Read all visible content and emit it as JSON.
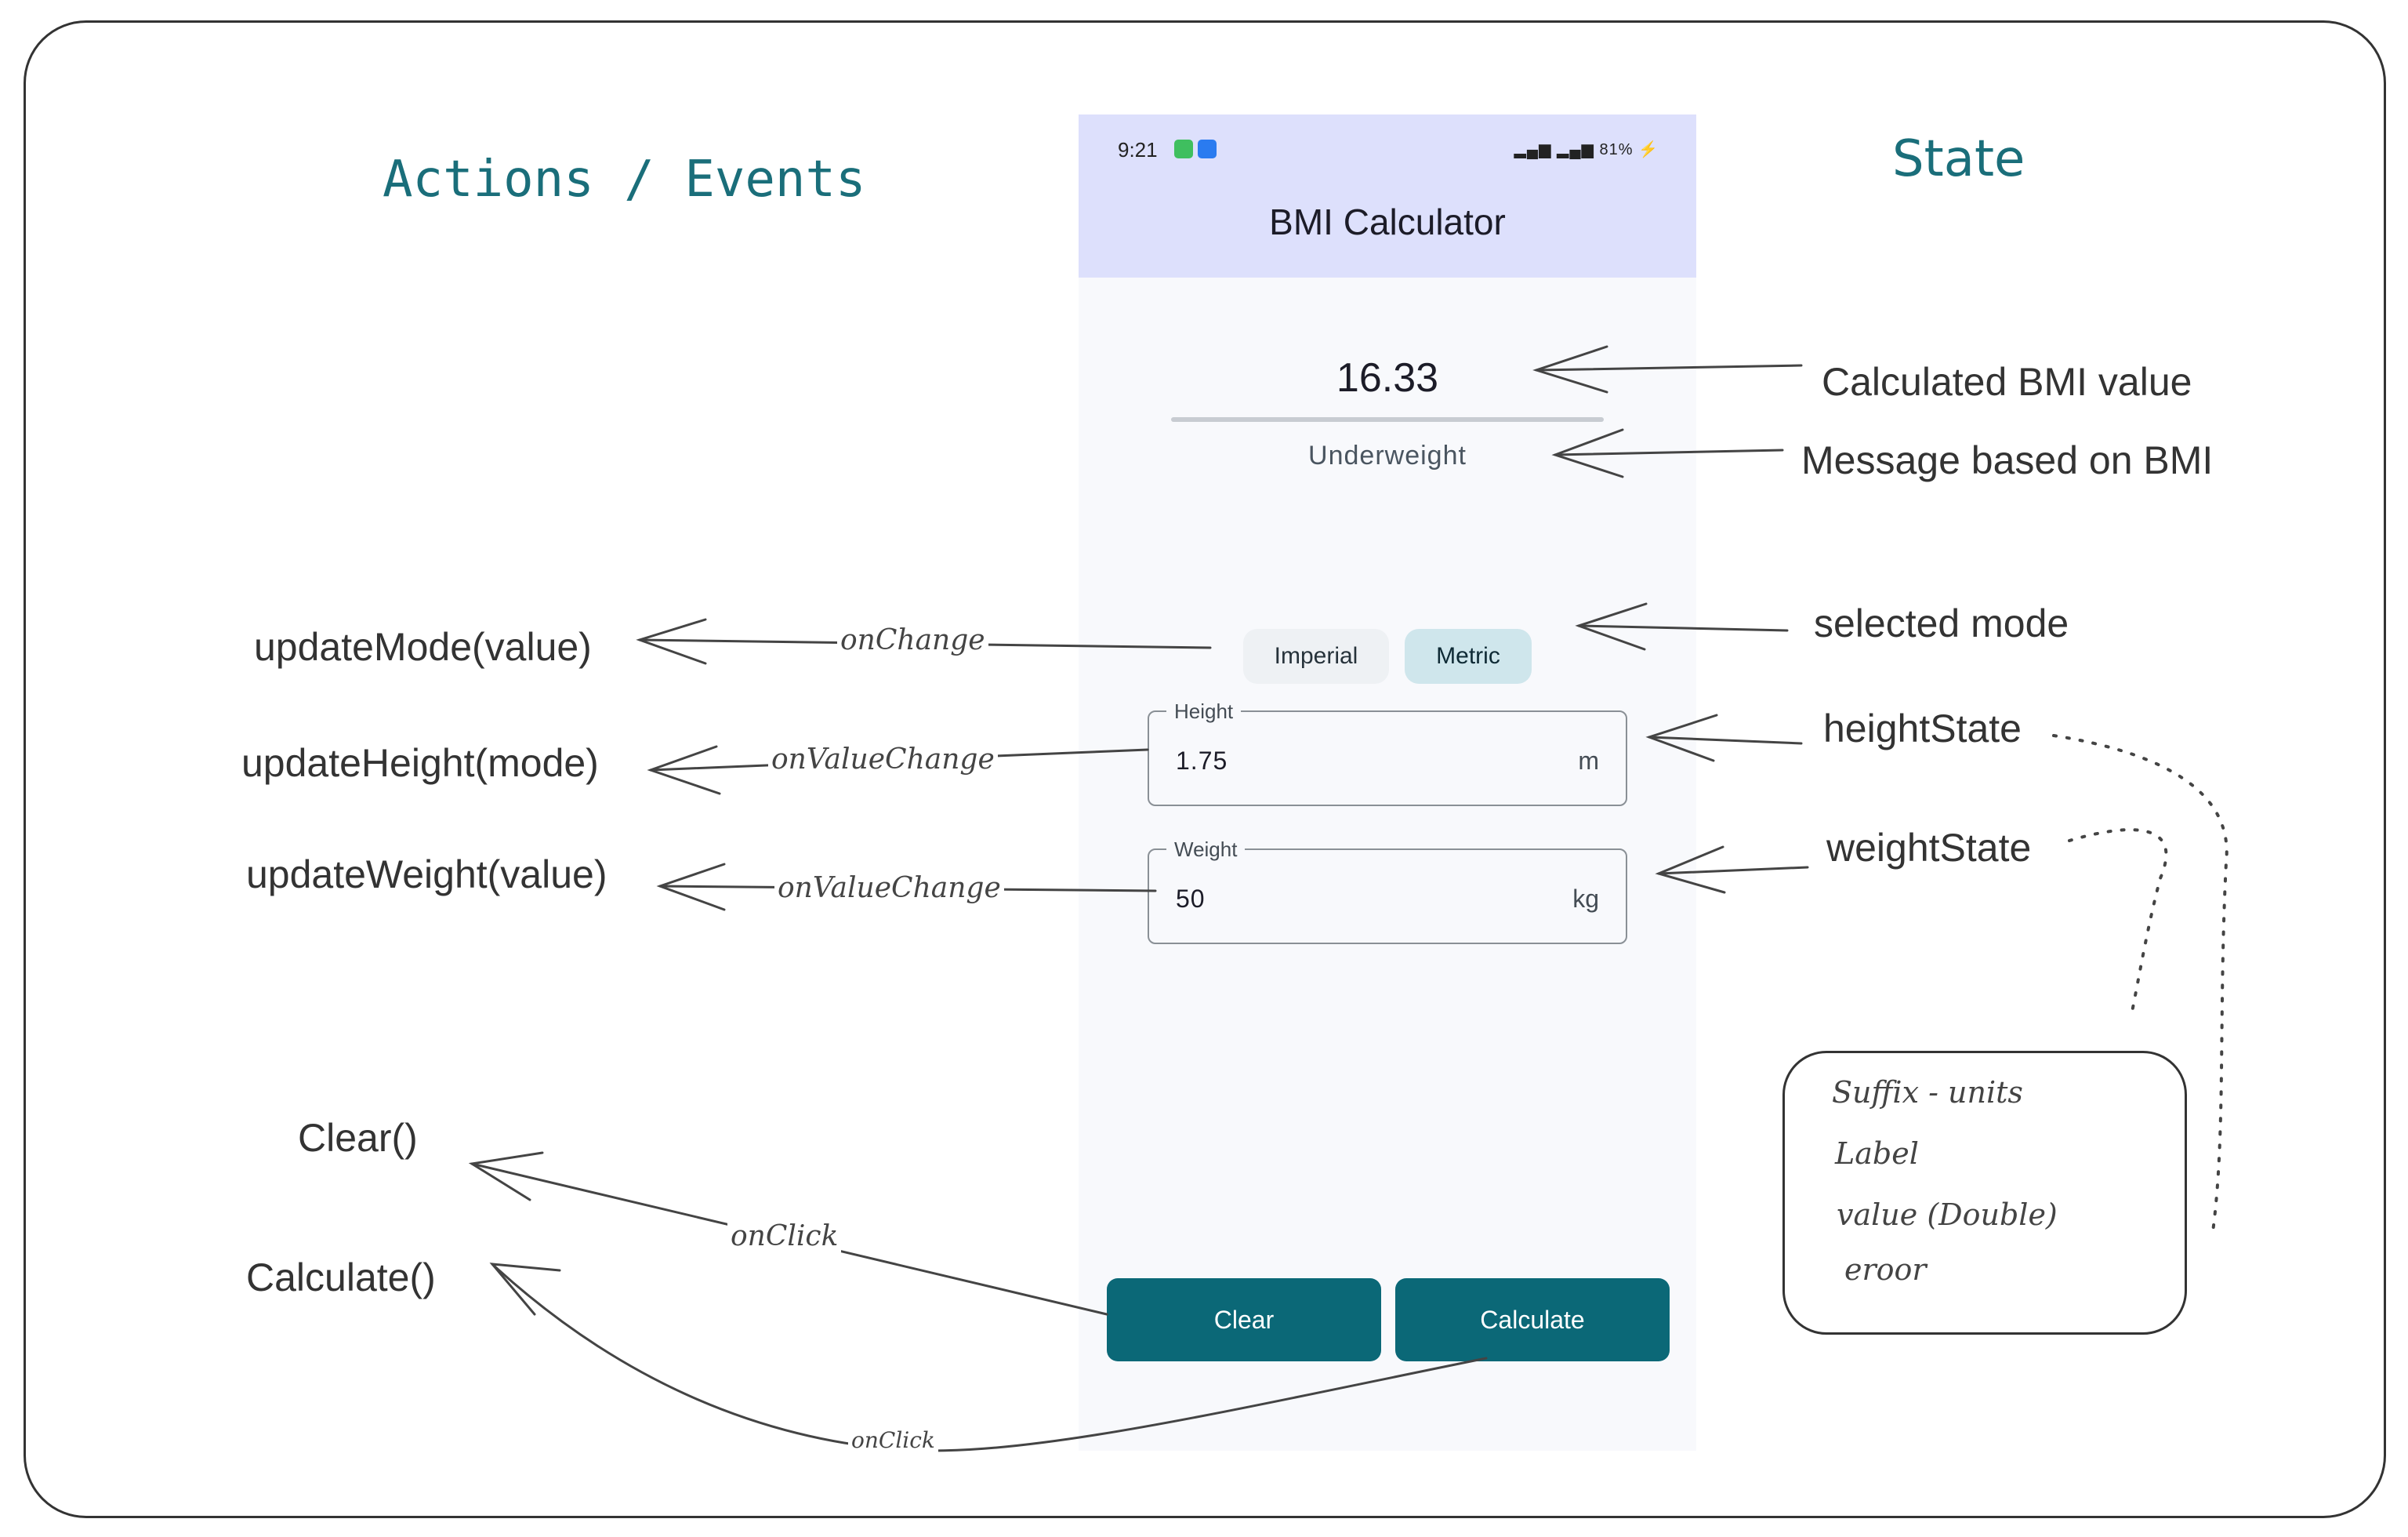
{
  "headings": {
    "actions": "Actions / Events",
    "state": "State"
  },
  "phone": {
    "status_time": "9:21",
    "status_right": "81%",
    "app_title": "BMI Calculator",
    "bmi_value": "16.33",
    "bmi_message": "Underweight",
    "modes": [
      "Imperial",
      "Metric"
    ],
    "selected_mode": "Metric",
    "height_field": {
      "label": "Height",
      "value": "1.75",
      "suffix": "m"
    },
    "weight_field": {
      "label": "Weight",
      "value": "50",
      "suffix": "kg"
    },
    "clear_button": "Clear",
    "calculate_button": "Calculate"
  },
  "actions": {
    "update_mode": "updateMode(value)",
    "update_height": "updateHeight(mode)",
    "update_weight": "updateWeight(value)",
    "clear": "Clear()",
    "calculate": "Calculate()"
  },
  "events": {
    "on_change": "onChange",
    "on_value_change_height": "onValueChange",
    "on_value_change_weight": "onValueChange",
    "on_click_clear": "onClick",
    "on_click_calculate": "onClick"
  },
  "state": {
    "bmi_value": "Calculated BMI value",
    "bmi_message": "Message based on BMI",
    "selected_mode": "selected mode",
    "height_state": "heightState",
    "weight_state": "weightState"
  },
  "note": {
    "lines": [
      "Suffix - units",
      "Label",
      "value (Double)",
      "eroor"
    ]
  },
  "colors": {
    "heading": "#1a6e7a",
    "appbar": "#dde0fc",
    "button": "#0b6877",
    "selected_segment": "#cfe6ec"
  }
}
